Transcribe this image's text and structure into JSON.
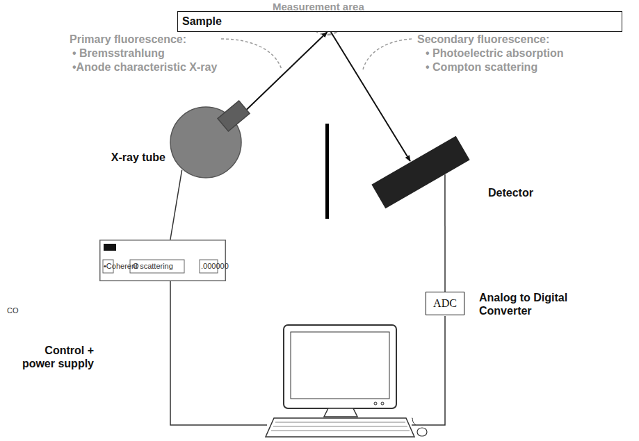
{
  "diagram": {
    "nodes": [
      {
        "text": [
          "Sample"
        ]
      },
      {
        "text": [
          "X-ray tube"
        ]
      },
      {
        "text": [
          "Detector"
        ]
      },
      {
        "text": [
          "ADC",
          "Analog to Digital Converter"
        ]
      },
      {
        "text": [
          "Control + power supply"
        ]
      }
    ],
    "edges": [
      {
        "from": 1,
        "to": 0,
        "arrow": "to"
      },
      {
        "from": 0,
        "to": 2,
        "arrow": "to"
      },
      {
        "from": 1,
        "to": 4,
        "arrow": "none"
      },
      {
        "from": 2,
        "to": 3,
        "arrow": "none"
      }
    ],
    "labels": [
      "Measurement area",
      "Primary fluorescence:",
      "• Bremsstrahlung",
      "•Anode characteristic X-ray",
      "Secondary fluorescence:",
      "• Photoelectric absorption",
      "• Compton scattering",
      "•Coherent scattering",
      "O",
      ".000000",
      "CO"
    ]
  }
}
